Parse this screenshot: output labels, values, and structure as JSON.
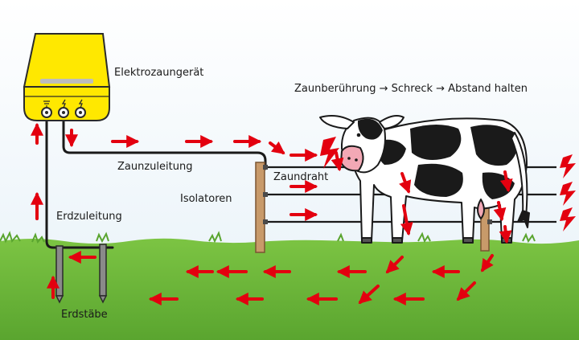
{
  "labels": {
    "energizer": "Elektrozaungerät",
    "headline": "Zaunberührung → Schreck → Abstand halten",
    "fence_lead": "Zaunzuleitung",
    "fence_wire": "Zaundraht",
    "insulators": "Isolatoren",
    "earth_lead": "Erdzuleitung",
    "earth_rods": "Erdstäbe"
  },
  "colors": {
    "energizer_body": "#ffe800",
    "current_arrow": "#e3000f",
    "grass": "#6fbb3c",
    "sky": "#eef5fa",
    "post": "#c89a6a",
    "wire": "#1a1a1a"
  },
  "icons": {
    "shock": "lightning-bolt-icon",
    "terminals": [
      "earth-terminal-icon",
      "fence-terminal-icon",
      "fence-terminal-icon"
    ]
  }
}
